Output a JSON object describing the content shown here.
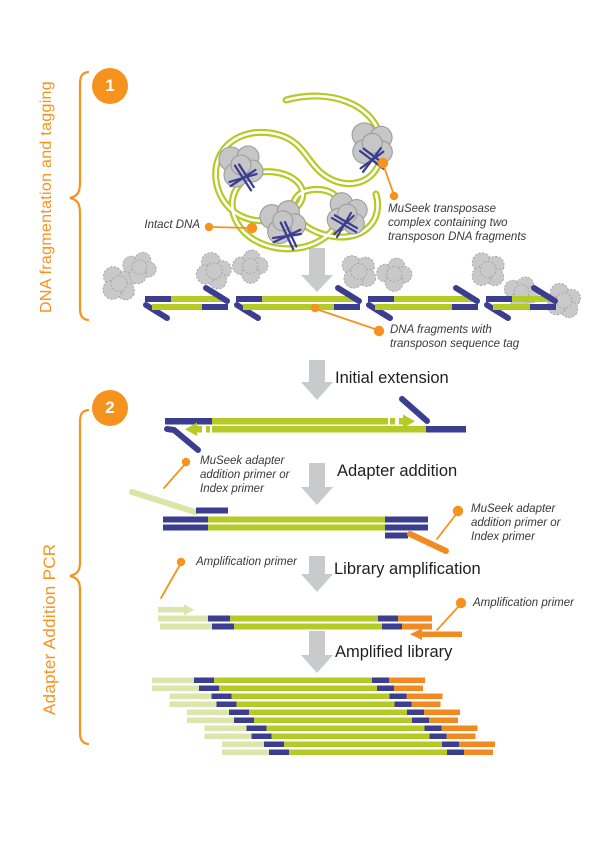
{
  "palette": {
    "orange_accent": "#F6921E",
    "dna_green": "#B4CA26",
    "pale_green": "#DCE6AC",
    "navy": "#3B3D8F",
    "adapter_orange": "#F18A21",
    "arrow_gray": "#C8CACC",
    "complex_gray": "#C6C6C7",
    "text_dark": "#39393B"
  },
  "sections": [
    {
      "number": "1",
      "label": "DNA fragmentation and tagging"
    },
    {
      "number": "2",
      "label": "Adapter Addition PCR"
    }
  ],
  "steps": [
    {
      "title": "Initial extension"
    },
    {
      "title": "Adapter addition"
    },
    {
      "title": "Library amplification"
    },
    {
      "title": "Amplified library"
    }
  ],
  "callouts": {
    "intact_dna": "Intact DNA",
    "museek_complex": "MuSeek transposase\ncomplex containing two\ntransposon DNA fragments",
    "dna_fragments": "DNA fragments with\ntransposon sequence tag",
    "adapter_primer_left": "MuSeek adapter\naddition primer or\nIndex primer",
    "adapter_primer_right": "MuSeek adapter\naddition primer or\nIndex primer",
    "amplification_primer_left": "Amplification primer",
    "amplification_primer_right": "Amplification primer"
  }
}
